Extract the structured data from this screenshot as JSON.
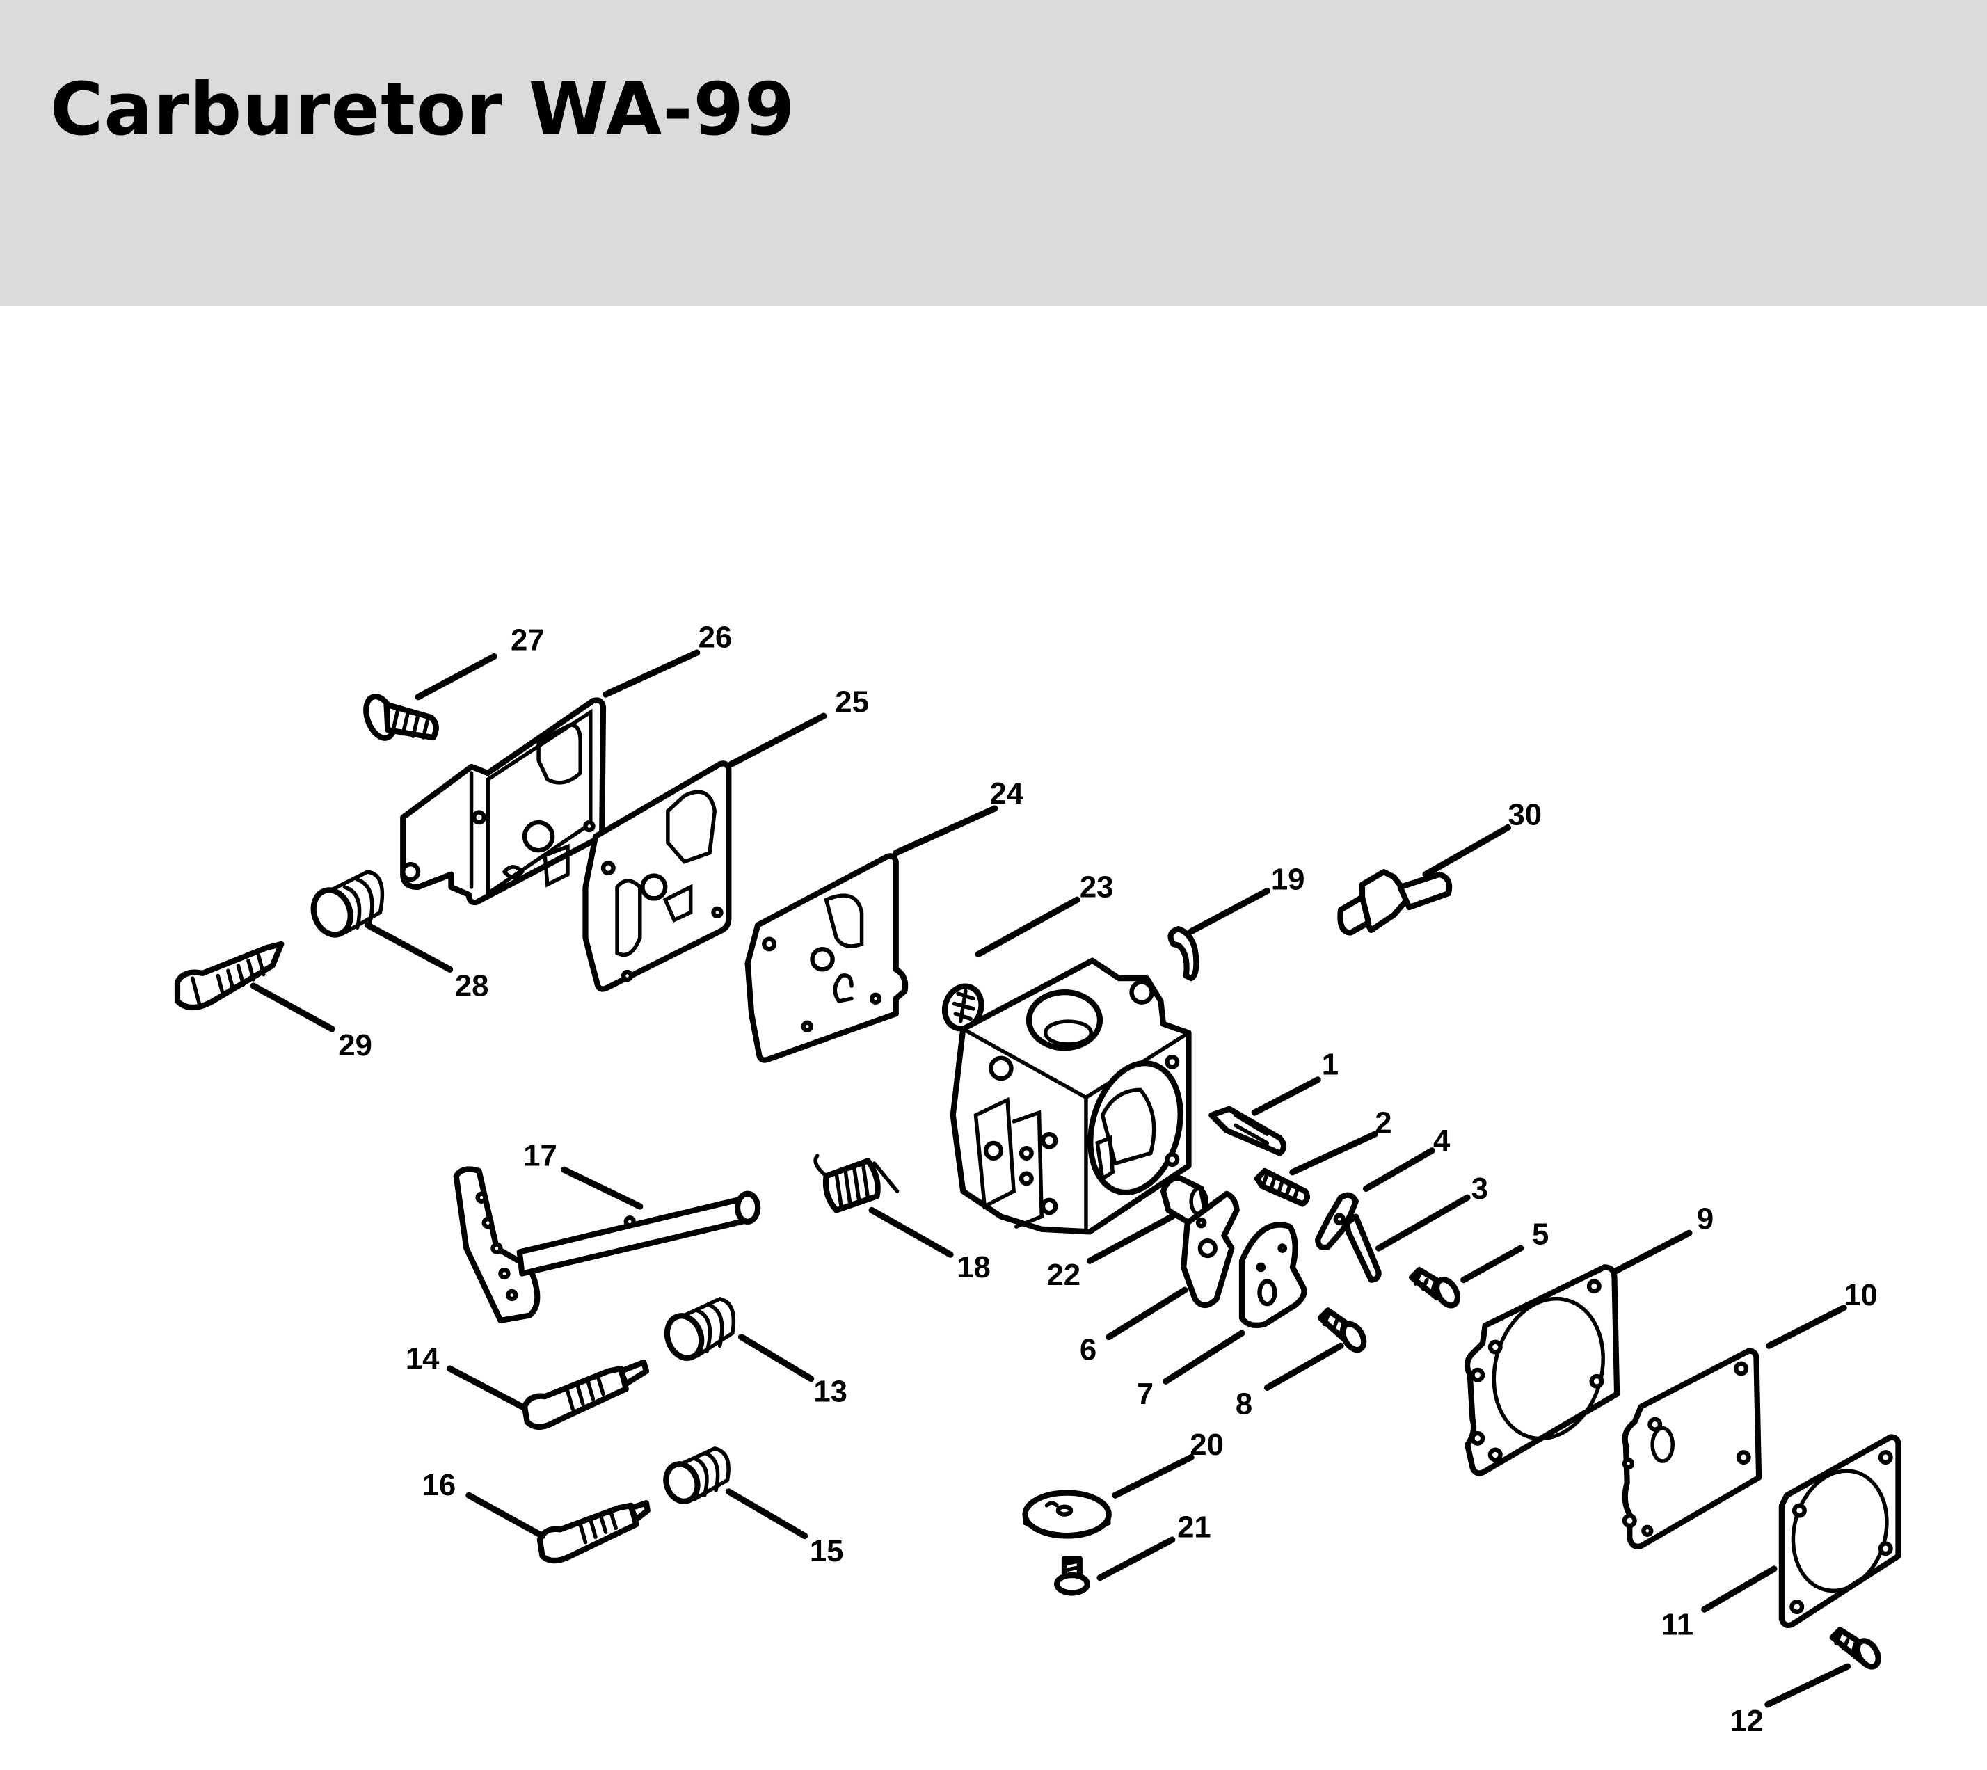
{
  "header": {
    "title": "Carburetor WA-99",
    "background_color": "#dadcdb"
  },
  "diagram": {
    "type": "exploded-parts-view",
    "callouts": [
      {
        "id": "1",
        "label": "1"
      },
      {
        "id": "2",
        "label": "2"
      },
      {
        "id": "3",
        "label": "3"
      },
      {
        "id": "4",
        "label": "4"
      },
      {
        "id": "5",
        "label": "5"
      },
      {
        "id": "6",
        "label": "6"
      },
      {
        "id": "7",
        "label": "7"
      },
      {
        "id": "8",
        "label": "8"
      },
      {
        "id": "9",
        "label": "9"
      },
      {
        "id": "10",
        "label": "10"
      },
      {
        "id": "11",
        "label": "11"
      },
      {
        "id": "12",
        "label": "12"
      },
      {
        "id": "13",
        "label": "13"
      },
      {
        "id": "14",
        "label": "14"
      },
      {
        "id": "15",
        "label": "15"
      },
      {
        "id": "16",
        "label": "16"
      },
      {
        "id": "17",
        "label": "17"
      },
      {
        "id": "18",
        "label": "18"
      },
      {
        "id": "19",
        "label": "19"
      },
      {
        "id": "20",
        "label": "20"
      },
      {
        "id": "21",
        "label": "21"
      },
      {
        "id": "22",
        "label": "22"
      },
      {
        "id": "23",
        "label": "23"
      },
      {
        "id": "24",
        "label": "24"
      },
      {
        "id": "25",
        "label": "25"
      },
      {
        "id": "26",
        "label": "26"
      },
      {
        "id": "27",
        "label": "27"
      },
      {
        "id": "28",
        "label": "28"
      },
      {
        "id": "29",
        "label": "29"
      },
      {
        "id": "30",
        "label": "30"
      }
    ]
  }
}
